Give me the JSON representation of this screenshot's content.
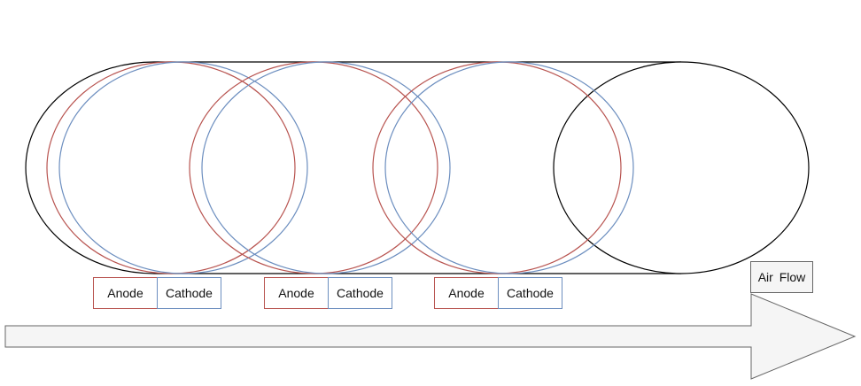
{
  "colors": {
    "cylinder": "#000000",
    "anode": "#b85450",
    "cathode": "#6c8ebf",
    "arrow_fill": "#f5f5f5",
    "arrow_stroke": "#666666"
  },
  "cells": [
    {
      "anode_label": "Anode",
      "cathode_label": "Cathode"
    },
    {
      "anode_label": "Anode",
      "cathode_label": "Cathode"
    },
    {
      "anode_label": "Anode",
      "cathode_label": "Cathode"
    }
  ],
  "air_flow": {
    "label": "Air Flow"
  }
}
